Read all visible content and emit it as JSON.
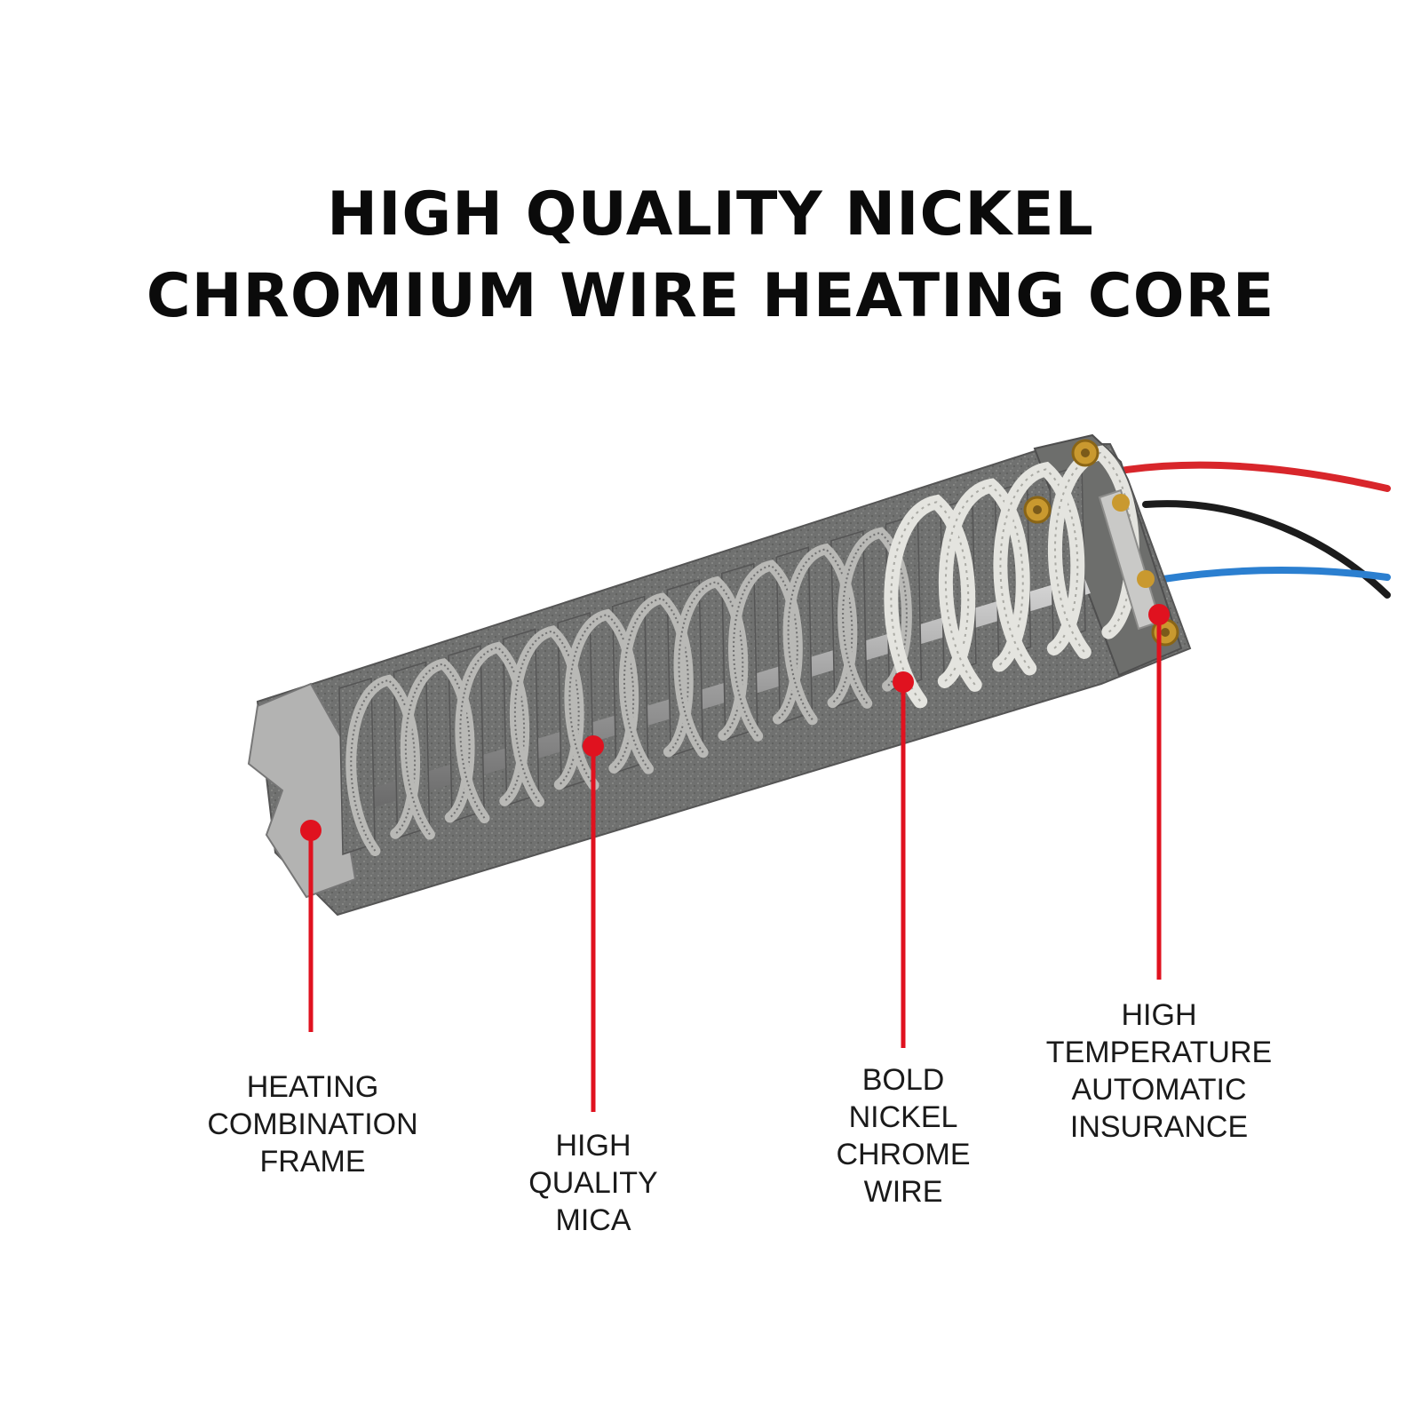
{
  "title": {
    "line1": "HIGH QUALITY NICKEL",
    "line2": "CHROMIUM WIRE HEATING CORE"
  },
  "callouts": [
    {
      "id": "frame",
      "text": "HEATING\nCOMBINATION\nFRAME"
    },
    {
      "id": "mica",
      "text": "HIGH\nQUALITY\nMICA"
    },
    {
      "id": "wire",
      "text": "BOLD\nNICKEL\nCHROME\nWIRE"
    },
    {
      "id": "insurance",
      "text": "HIGH\nTEMPERATURE\nAUTOMATIC\nINSURANCE"
    }
  ],
  "colors": {
    "callout_line": "#e0121f",
    "mica": "#6f706e",
    "coil": "#b9b9b6",
    "ceramic_coil": "#e4e4df",
    "brass": "#c9992f",
    "wire_red": "#d8262b",
    "wire_black": "#1c1c1c",
    "wire_blue": "#2b7fd0"
  }
}
